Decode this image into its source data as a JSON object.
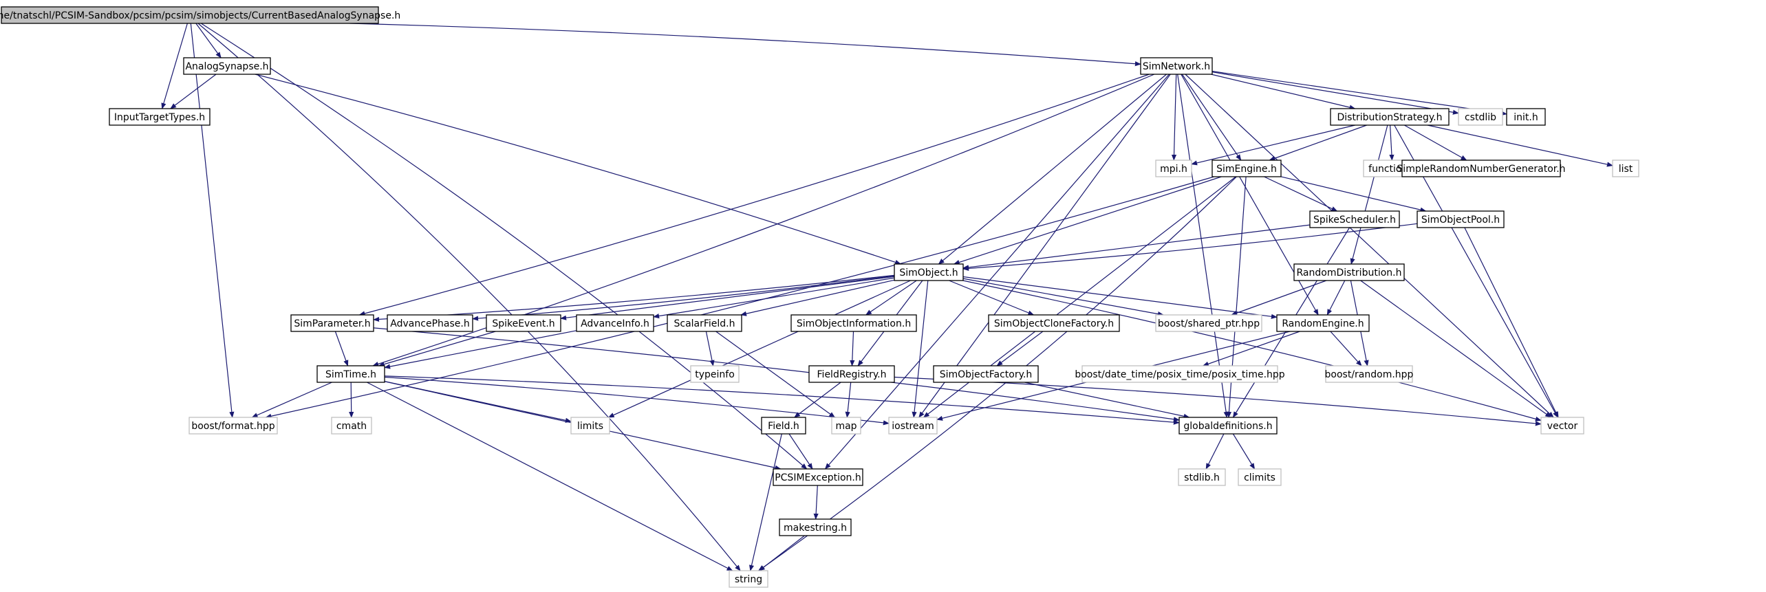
{
  "graph": {
    "colors": {
      "edge": "#191970",
      "box_border_solid": "#000000",
      "box_border_external": "#bfbfbf",
      "root_fill": "#bfbfbf",
      "node_fill": "#ffffff",
      "text_solid": "#000000",
      "text_external": "#000000"
    },
    "nodes": [
      {
        "id": "root",
        "label": "/home/tnatschl/PCSIM-Sandbox/pcsim/pcsim/simobjects/CurrentBasedAnalogSynapse.h",
        "style": "root"
      },
      {
        "id": "analogsynapse",
        "label": "AnalogSynapse.h",
        "style": "solid"
      },
      {
        "id": "inputtargettypes",
        "label": "InputTargetTypes.h",
        "style": "solid"
      },
      {
        "id": "simnetwork",
        "label": "SimNetwork.h",
        "style": "solid"
      },
      {
        "id": "distributionstrategy",
        "label": "DistributionStrategy.h",
        "style": "solid"
      },
      {
        "id": "cstdlib",
        "label": "cstdlib",
        "style": "external"
      },
      {
        "id": "init",
        "label": "init.h",
        "style": "solid"
      },
      {
        "id": "mpi",
        "label": "mpi.h",
        "style": "external"
      },
      {
        "id": "simengine",
        "label": "SimEngine.h",
        "style": "solid"
      },
      {
        "id": "functional",
        "label": "functional",
        "style": "external"
      },
      {
        "id": "simplerandom",
        "label": "SimpleRandomNumberGenerator.h",
        "style": "solid"
      },
      {
        "id": "list",
        "label": "list",
        "style": "external"
      },
      {
        "id": "spikescheduler",
        "label": "SpikeScheduler.h",
        "style": "solid"
      },
      {
        "id": "simobjectpool",
        "label": "SimObjectPool.h",
        "style": "solid"
      },
      {
        "id": "simobject",
        "label": "SimObject.h",
        "style": "solid"
      },
      {
        "id": "randomdistribution",
        "label": "RandomDistribution.h",
        "style": "solid"
      },
      {
        "id": "simparameter",
        "label": "SimParameter.h",
        "style": "solid"
      },
      {
        "id": "advancephase",
        "label": "AdvancePhase.h",
        "style": "solid"
      },
      {
        "id": "spikeevent",
        "label": "SpikeEvent.h",
        "style": "solid"
      },
      {
        "id": "advanceinfo",
        "label": "AdvanceInfo.h",
        "style": "solid"
      },
      {
        "id": "scalarfield",
        "label": "ScalarField.h",
        "style": "solid"
      },
      {
        "id": "simobjectinformation",
        "label": "SimObjectInformation.h",
        "style": "solid"
      },
      {
        "id": "simobjectclonefactory",
        "label": "SimObjectCloneFactory.h",
        "style": "solid"
      },
      {
        "id": "sharedptr",
        "label": "boost/shared_ptr.hpp",
        "style": "external"
      },
      {
        "id": "randomengine",
        "label": "RandomEngine.h",
        "style": "solid"
      },
      {
        "id": "simtime",
        "label": "SimTime.h",
        "style": "solid"
      },
      {
        "id": "typeinfo",
        "label": "typeinfo",
        "style": "external"
      },
      {
        "id": "fieldregistry",
        "label": "FieldRegistry.h",
        "style": "solid"
      },
      {
        "id": "simobjectfactory",
        "label": "SimObjectFactory.h",
        "style": "solid"
      },
      {
        "id": "posixtime",
        "label": "boost/date_time/posix_time/posix_time.hpp",
        "style": "external"
      },
      {
        "id": "boostrandom",
        "label": "boost/random.hpp",
        "style": "external"
      },
      {
        "id": "boostformat",
        "label": "boost/format.hpp",
        "style": "external"
      },
      {
        "id": "cmath",
        "label": "cmath",
        "style": "external"
      },
      {
        "id": "limits",
        "label": "limits",
        "style": "external"
      },
      {
        "id": "field",
        "label": "Field.h",
        "style": "solid"
      },
      {
        "id": "map",
        "label": "map",
        "style": "external"
      },
      {
        "id": "iostream",
        "label": "iostream",
        "style": "external"
      },
      {
        "id": "globaldefinitions",
        "label": "globaldefinitions.h",
        "style": "solid"
      },
      {
        "id": "vector",
        "label": "vector",
        "style": "external"
      },
      {
        "id": "pcsimexception",
        "label": "PCSIMException.h",
        "style": "solid"
      },
      {
        "id": "stdlib",
        "label": "stdlib.h",
        "style": "external"
      },
      {
        "id": "climits",
        "label": "climits",
        "style": "external"
      },
      {
        "id": "makestring",
        "label": "makestring.h",
        "style": "solid"
      },
      {
        "id": "string",
        "label": "string",
        "style": "external"
      }
    ]
  }
}
